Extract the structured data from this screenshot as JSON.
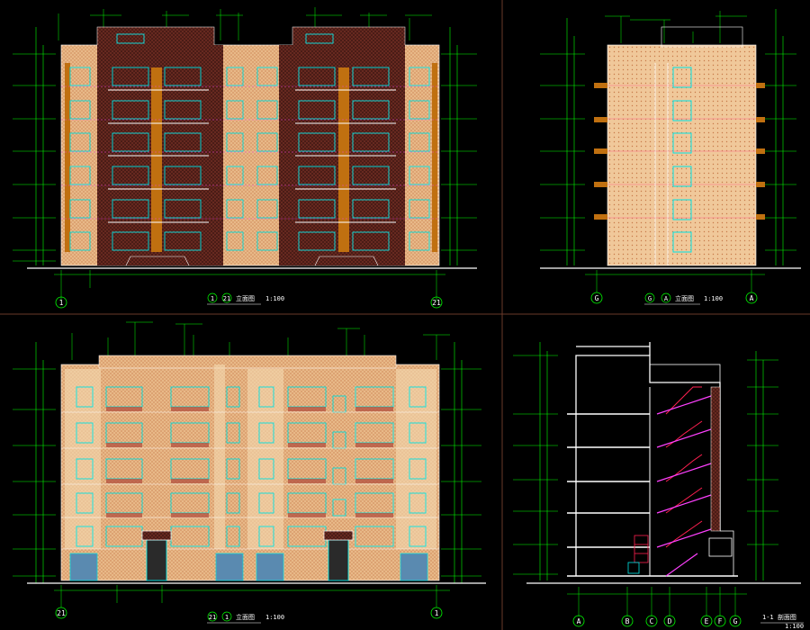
{
  "colors": {
    "background": "#000000",
    "dimension": "#00ff00",
    "window": "#00e5e5",
    "wall_pink": "#ffcf9e",
    "wall_orange": "#c07010",
    "brick_dark": "#5a1e14",
    "stair_red": "#ff2050",
    "stair_magenta": "#ff40ff",
    "outline_white": "#ffffff",
    "divider": "#6a3a2a"
  },
  "views": {
    "front": {
      "title": "立面图",
      "axis_start": "1",
      "axis_end": "21",
      "scale": "1:100"
    },
    "side": {
      "title": "立面图",
      "axis_start": "G",
      "axis_end": "A",
      "scale": "1:100"
    },
    "rear": {
      "title": "立面图",
      "axis_start": "21",
      "axis_end": "1",
      "scale": "1:100"
    },
    "section": {
      "title": "1-1 剖面图",
      "scale": "1:100",
      "axes": [
        "A",
        "B",
        "C",
        "D",
        "E",
        "F",
        "G"
      ]
    }
  }
}
